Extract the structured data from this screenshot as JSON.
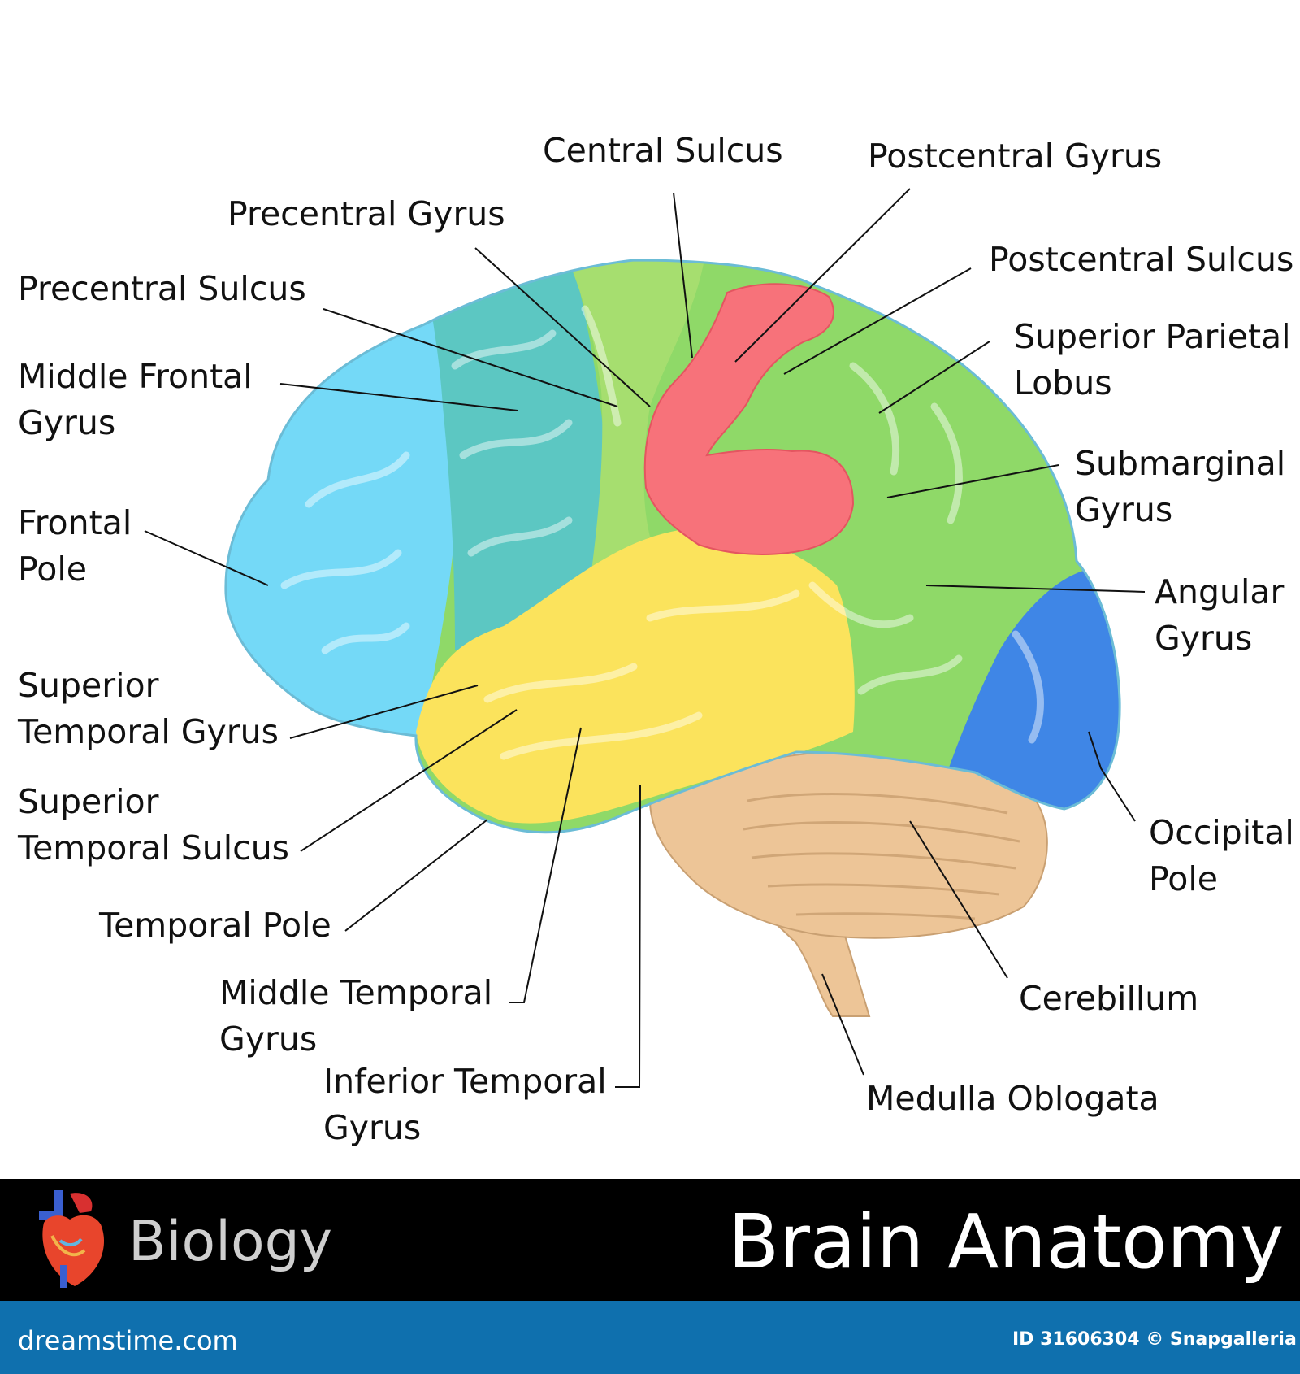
{
  "labels": {
    "central_sulcus": "Central Sulcus",
    "postcentral_gyrus": "Postcentral Gyrus",
    "precentral_gyrus": "Precentral Gyrus",
    "postcentral_sulcus": "Postcentral Sulcus",
    "precentral_sulcus": "Precentral Sulcus",
    "superior_parietal_lobus": "Superior Parietal\nLobus",
    "middle_frontal_gyrus": "Middle Frontal\nGyrus",
    "submarginal_gyrus": "Submarginal\nGyrus",
    "frontal_pole": "Frontal\nPole",
    "angular_gyrus": "Angular\nGyrus",
    "superior_temporal_gyrus": "Superior\nTemporal Gyrus",
    "superior_temporal_sulcus": "Superior\nTemporal Sulcus",
    "occipital_pole": "Occipital\nPole",
    "temporal_pole": "Temporal Pole",
    "middle_temporal_gyrus": "Middle Temporal\nGyrus",
    "cerebillum": "Cerebillum",
    "inferior_temporal_gyrus": "Inferior Temporal\nGyrus",
    "medulla_oblogata": "Medulla Oblogata"
  },
  "banner": {
    "subject": "Biology",
    "title": "Brain Anatomy"
  },
  "footer": {
    "site": "dreamstime.com",
    "credit": "ID 31606304 © Snapgalleria"
  },
  "colors": {
    "frontal_pole": "#74d9f7",
    "frontal": "#5cc7c2",
    "precentral": "#a6de6f",
    "postcentral": "#f7727a",
    "parietal": "#8fd968",
    "temporal": "#fbe35c",
    "occipital": "#3f86e6",
    "cerebellum": "#edc597",
    "banner": "#000000",
    "footer": "#0f70ae"
  },
  "icons": {
    "banner_icon": "heart-icon"
  }
}
